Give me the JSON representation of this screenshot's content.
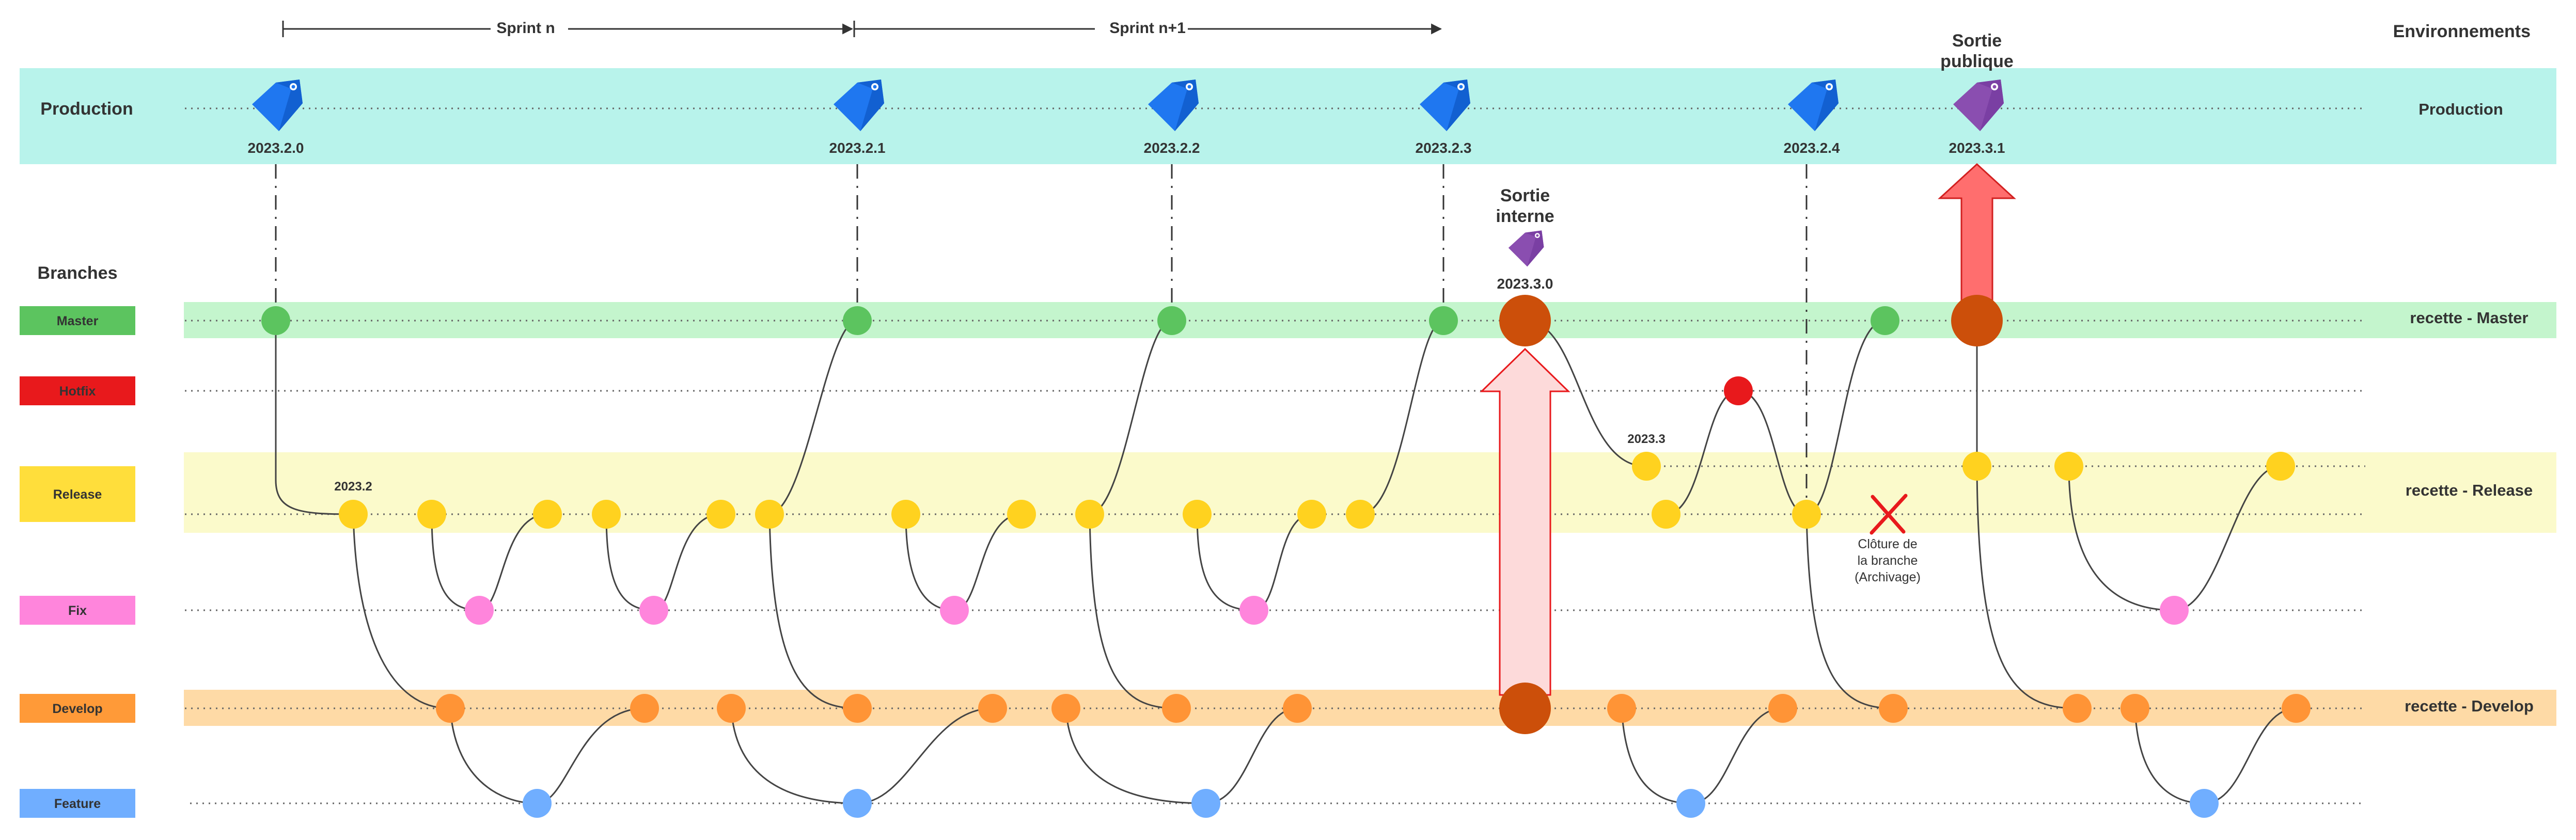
{
  "header": {
    "sprint_n": "Sprint n",
    "sprint_n1": "Sprint n+1",
    "environments": "Environnements"
  },
  "labels": {
    "production_left": "Production",
    "production_right": "Production",
    "branches": "Branches",
    "recette_master": "recette - Master",
    "recette_release": "recette - Release",
    "recette_develop": "recette - Develop",
    "sortie_interne_1": "Sortie",
    "sortie_interne_2": "interne",
    "sortie_publique_1": "Sortie",
    "sortie_publique_2": "publique",
    "cloture_1": "Clôture de",
    "cloture_2": "la branche",
    "cloture_3": "(Archivage)",
    "release_2023_2": "2023.2",
    "release_2023_3": "2023.3"
  },
  "branches": [
    {
      "name": "Master",
      "color": "#5cc45f"
    },
    {
      "name": "Hotfix",
      "color": "#e8191c"
    },
    {
      "name": "Release",
      "color": "#ffde3b"
    },
    {
      "name": "Fix",
      "color": "#ff85dc"
    },
    {
      "name": "Develop",
      "color": "#ff9a38"
    },
    {
      "name": "Feature",
      "color": "#70aeff"
    }
  ],
  "production_tags": [
    {
      "version": "2023.2.0",
      "color": "blue"
    },
    {
      "version": "2023.2.1",
      "color": "blue"
    },
    {
      "version": "2023.2.2",
      "color": "blue"
    },
    {
      "version": "2023.2.3",
      "color": "blue"
    },
    {
      "version": "2023.2.4",
      "color": "blue"
    },
    {
      "version": "2023.3.1",
      "color": "purple"
    }
  ],
  "internal_tag": {
    "version": "2023.3.0",
    "color": "purple"
  },
  "colors": {
    "production_band": "#b8f3eb",
    "master_band": "#c4f5cd",
    "release_band": "#fbfacb",
    "develop_band": "#fedaa6",
    "master_dot": "#5cc45f",
    "hotfix_dot": "#e8191c",
    "release_dot": "#ffd21f",
    "fix_dot": "#ff85dc",
    "develop_dot": "#ff9436",
    "feature_dot": "#70aeff",
    "milestone_dot": "#cc4f0a",
    "tag_blue": "#1f77f0",
    "tag_purple": "#8a4eb0",
    "arrow_public": "#ff6e6e",
    "arrow_internal": "#fddada"
  }
}
